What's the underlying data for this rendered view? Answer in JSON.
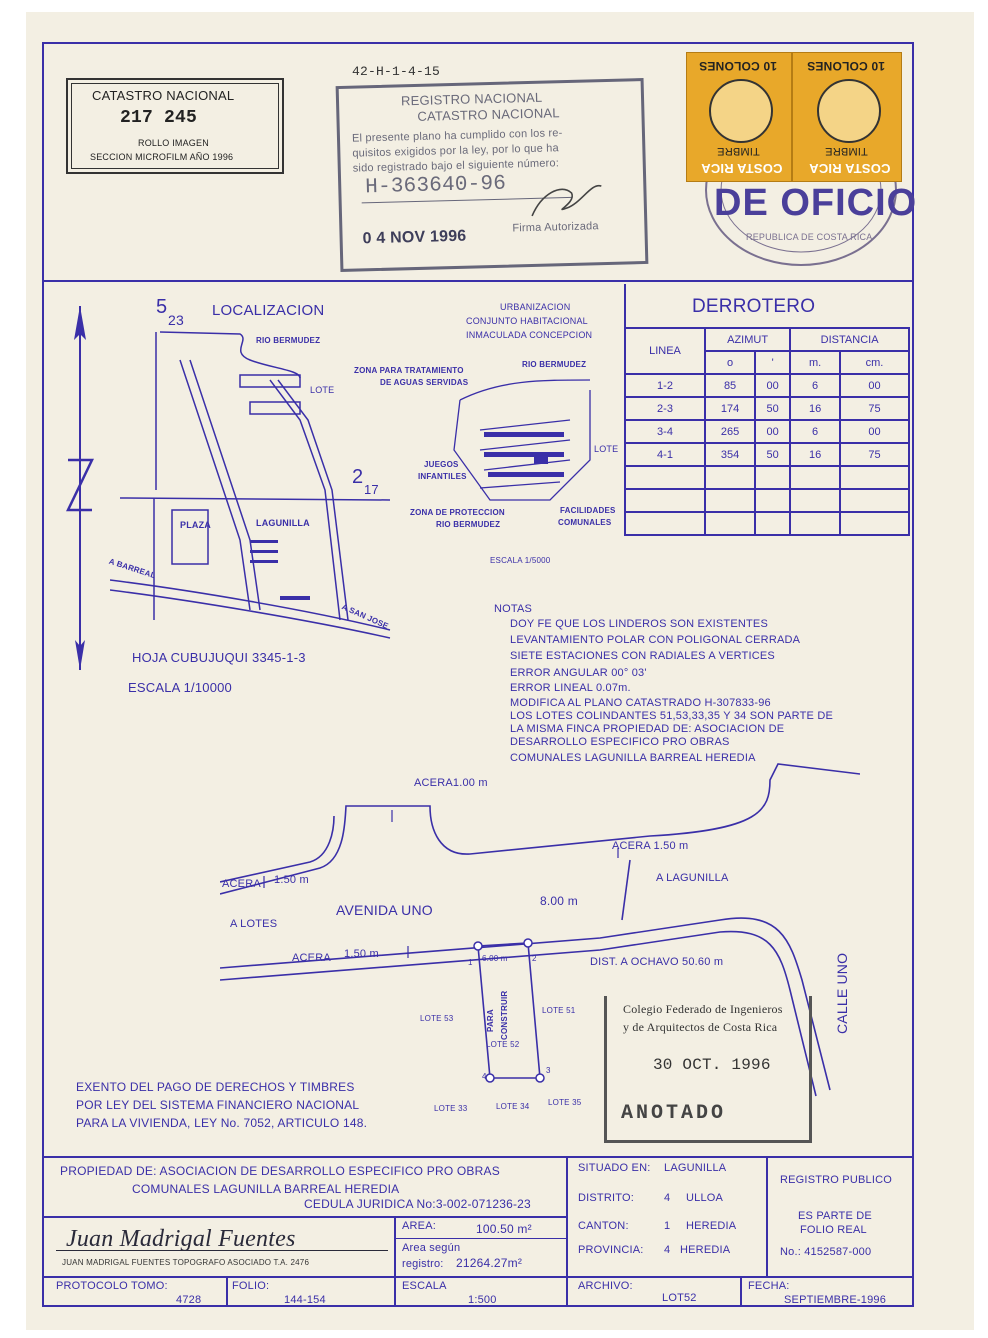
{
  "catastro": {
    "title": "CATASTRO NACIONAL",
    "number": "217 245",
    "line1": "ROLLO IMAGEN",
    "line2": "SECCION MICROFILM AÑO 1996"
  },
  "file_code": "42-H-1-4-15",
  "registro_stamp": {
    "title1": "REGISTRO NACIONAL",
    "title2": "CATASTRO NACIONAL",
    "text1": "El presente plano ha cumplido con los re-",
    "text2": "quisitos exigidos por la ley, por lo que ha",
    "text3": "sido registrado bajo el siguiente número:",
    "number": "H-363640-96",
    "date": "0 4 NOV 1996",
    "sign_label": "Firma Autorizada"
  },
  "tax_stamps": {
    "value": "10 COLONES",
    "country": "COSTA RICA",
    "label": "TIMBRE"
  },
  "oficio_stamp": {
    "text": "DE OFICIO",
    "ring": "REPUBLICA DE COSTA RICA"
  },
  "localizacion": {
    "title": "LOCALIZACION",
    "grid_tl": "5",
    "grid_tl_sub": "23",
    "grid_r": "2",
    "grid_r_sub": "17",
    "rio": "RIO BERMUDEZ",
    "lote": "LOTE",
    "plaza": "PLAZA",
    "lagunilla": "LAGUNILLA",
    "barreal": "A BARREAL",
    "sanjose": "A SAN JOSE",
    "hoja": "HOJA CUBUJUQUI 3345-1-3",
    "escala": "ESCALA  1/10000"
  },
  "urbanizacion": {
    "t1": "URBANIZACION",
    "t2": "CONJUNTO HABITACIONAL",
    "t3": "INMACULADA CONCEPCION",
    "rio": "RIO BERMUDEZ",
    "zona1": "ZONA PARA TRATAMIENTO",
    "zona2": "DE AGUAS SERVIDAS",
    "lote": "LOTE",
    "juegos1": "JUEGOS",
    "juegos2": "INFANTILES",
    "prot1": "ZONA DE PROTECCION",
    "prot2": "RIO BERMUDEZ",
    "fac1": "FACILIDADES",
    "fac2": "COMUNALES",
    "escala": "ESCALA    1/5000"
  },
  "derrotero": {
    "title": "DERROTERO",
    "col_linea": "LINEA",
    "col_azimut": "AZIMUT",
    "col_distancia": "DISTANCIA",
    "sub_deg": "o",
    "sub_min": "'",
    "sub_m": "m.",
    "sub_cm": "cm.",
    "rows": [
      {
        "linea": "1-2",
        "deg": "85",
        "min": "00",
        "m": "6",
        "cm": "00"
      },
      {
        "linea": "2-3",
        "deg": "174",
        "min": "50",
        "m": "16",
        "cm": "75"
      },
      {
        "linea": "3-4",
        "deg": "265",
        "min": "00",
        "m": "6",
        "cm": "00"
      },
      {
        "linea": "4-1",
        "deg": "354",
        "min": "50",
        "m": "16",
        "cm": "75"
      }
    ]
  },
  "notas": {
    "title": "NOTAS",
    "lines": [
      "DOY FE QUE LOS LINDEROS SON EXISTENTES",
      "LEVANTAMIENTO POLAR CON POLIGONAL CERRADA",
      "SIETE ESTACIONES CON RADIALES A VERTICES",
      "ERROR ANGULAR 00° 03'",
      "ERROR LINEAL  0.07m.",
      "MODIFICA  AL  PLANO  CATASTRADO H-307833-96",
      "LOS LOTES COLINDANTES 51,53,33,35 Y 34 SON PARTE DE",
      "LA MISMA FINCA PROPIEDAD DE: ASOCIACION DE",
      "DESARROLLO ESPECIFICO PRO OBRAS",
      "COMUNALES LAGUNILLA BARREAL  HEREDIA"
    ]
  },
  "plan": {
    "acera_top": "ACERA1.00 m",
    "acera_right": "ACERA   1.50 m",
    "acera_left": "ACERA",
    "acera_left_val": "1.50 m",
    "to_lagunilla": "A LAGUNILLA",
    "width": "8.00 m",
    "avenida": "AVENIDA UNO",
    "to_lotes": "A LOTES",
    "acera_bottom": "ACERA",
    "acera_bottom_val": "1.50 m",
    "front": "6.00 m",
    "dist": "DIST. A OCHAVO 50.60 m",
    "calle": "CALLE UNO",
    "para": "PARA",
    "construir": "CONSTRUIR",
    "lote53": "LOTE 53",
    "lote51": "LOTE 51",
    "lote52": "LOTE 52",
    "lote33": "LOTE  33",
    "lote34": "LOTE 34",
    "lote35": "LOTE 35",
    "p1": "1",
    "p2": "2",
    "p3": "3",
    "p4": "4"
  },
  "colegio_stamp": {
    "line1": "Colegio Federado de Ingenieros",
    "line2": "y de Arquitectos de Costa Rica",
    "date": "30 OCT. 1996",
    "status": "ANOTADO"
  },
  "exento": {
    "line1": "EXENTO DEL PAGO DE DERECHOS Y TIMBRES",
    "line2": "POR LEY DEL SISTEMA FINANCIERO NACIONAL",
    "line3": "PARA LA VIVIENDA, LEY No. 7052, ARTICULO 148."
  },
  "footer": {
    "propiedad": "PROPIEDAD DE: ASOCIACION DE DESARROLLO ESPECIFICO PRO OBRAS",
    "propiedad2": "COMUNALES LAGUNILLA BARREAL  HEREDIA",
    "cedula": "CEDULA JURIDICA No:3-002-071236-23",
    "signature": "Juan Madrigal Fuentes",
    "topografo": "JUAN  MADRIGAL  FUENTES  TOPOGRAFO  ASOCIADO  T.A.  2476",
    "area_label": "AREA:",
    "area_value": "100.50 m²",
    "area_segun": "Area según",
    "registro_label": "registro:",
    "registro_value": "21264.27m²",
    "situado_label": "SITUADO EN:",
    "situado_value": "LAGUNILLA",
    "distrito_label": "DISTRITO:",
    "distrito_num": "4",
    "distrito_value": "ULLOA",
    "canton_label": "CANTON:",
    "canton_num": "1",
    "canton_value": "HEREDIA",
    "provincia_label": "PROVINCIA:",
    "provincia_num": "4",
    "provincia_value": "HEREDIA",
    "registro_publico": "REGISTRO PUBLICO",
    "es_parte": "ES PARTE DE",
    "folio_real": "FOLIO REAL",
    "folio_no": "No.: 4152587-000",
    "protocolo_label": "PROTOCOLO TOMO:",
    "protocolo_value": "4728",
    "folio_label": "FOLIO:",
    "folio_value": "144-154",
    "escala_label": "ESCALA",
    "escala_value": "1:500",
    "archivo_label": "ARCHIVO:",
    "archivo_value": "LOT52",
    "fecha_label": "FECHA:",
    "fecha_value": "SEPTIEMBRE-1996"
  },
  "colors": {
    "ink": "#3a2fa8",
    "stamp_grey": "#5c5c6a",
    "stamp_purple": "#4a3f9a",
    "tax_orange": "#e8a82a",
    "paper": "#f3efe3"
  }
}
